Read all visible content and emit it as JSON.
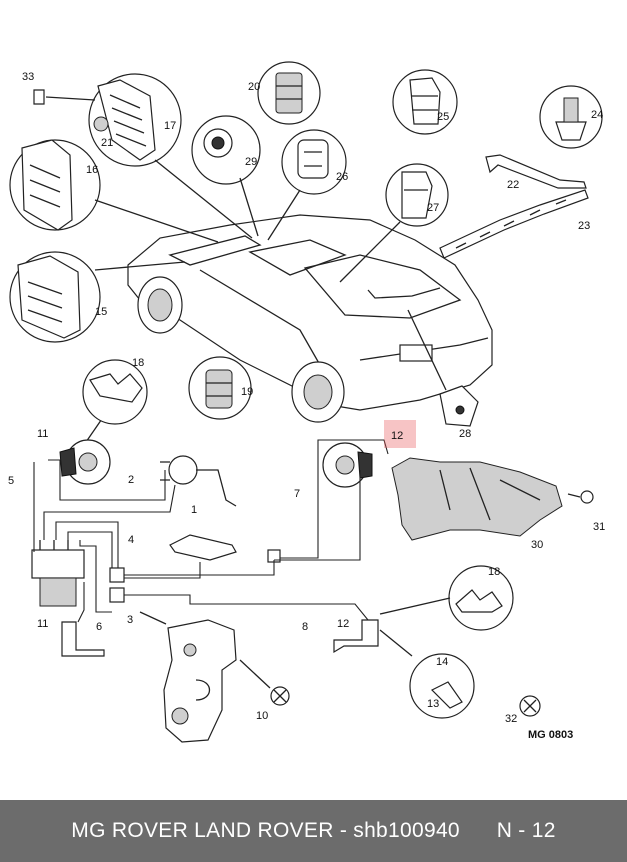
{
  "diagram": {
    "code": "MG 0803",
    "highlight_color": "#e8565a",
    "parts": [
      {
        "id": "p1",
        "label": "1"
      },
      {
        "id": "p2",
        "label": "2"
      },
      {
        "id": "p3",
        "label": "3"
      },
      {
        "id": "p4",
        "label": "4"
      },
      {
        "id": "p5",
        "label": "5"
      },
      {
        "id": "p6",
        "label": "6"
      },
      {
        "id": "p7",
        "label": "7"
      },
      {
        "id": "p8",
        "label": "8"
      },
      {
        "id": "p10",
        "label": "10"
      },
      {
        "id": "p11a",
        "label": "11"
      },
      {
        "id": "p11b",
        "label": "11"
      },
      {
        "id": "p12a",
        "label": "12"
      },
      {
        "id": "p12b",
        "label": "12"
      },
      {
        "id": "p13",
        "label": "13"
      },
      {
        "id": "p14",
        "label": "14"
      },
      {
        "id": "p15",
        "label": "15"
      },
      {
        "id": "p16",
        "label": "16"
      },
      {
        "id": "p17",
        "label": "17"
      },
      {
        "id": "p18a",
        "label": "18"
      },
      {
        "id": "p18b",
        "label": "18"
      },
      {
        "id": "p19",
        "label": "19"
      },
      {
        "id": "p20",
        "label": "20"
      },
      {
        "id": "p21",
        "label": "21"
      },
      {
        "id": "p22",
        "label": "22"
      },
      {
        "id": "p23",
        "label": "23"
      },
      {
        "id": "p24",
        "label": "24"
      },
      {
        "id": "p25",
        "label": "25"
      },
      {
        "id": "p26",
        "label": "26"
      },
      {
        "id": "p27",
        "label": "27"
      },
      {
        "id": "p28",
        "label": "28"
      },
      {
        "id": "p29",
        "label": "29"
      },
      {
        "id": "p30",
        "label": "30"
      },
      {
        "id": "p31",
        "label": "31"
      },
      {
        "id": "p32",
        "label": "32"
      },
      {
        "id": "p33",
        "label": "33"
      }
    ]
  },
  "footer": {
    "text": "MG ROVER LAND ROVER - shb100940      N - 12",
    "background": "#6c6c6c"
  }
}
